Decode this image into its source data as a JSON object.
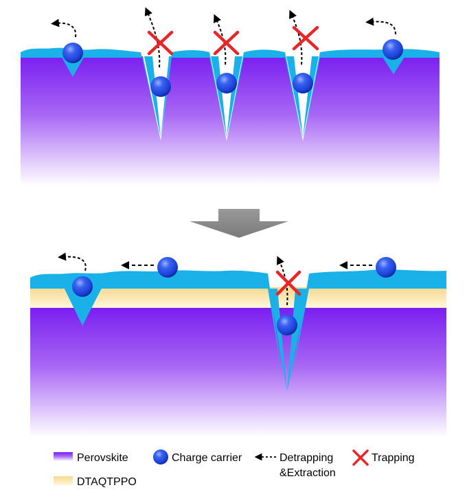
{
  "legend": {
    "perovskite": "Perovskite",
    "dtaqtppo": "DTAQTPPO",
    "charge_carrier": "Charge carrier",
    "detrapping_line1": "Detrapping",
    "detrapping_line2": "&Extraction",
    "trapping": "Trapping"
  },
  "colors": {
    "perovskite_top": "#7a1ff0",
    "perovskite_bottom": "#ffffff",
    "passivation_layer": "#1ab0e8",
    "dtaqtppo_top": "#f7d98e",
    "dtaqtppo_bottom": "#fff6dc",
    "charge_carrier": "#1a3fd6",
    "trap_cross": "#e8262a",
    "transition_arrow": "#8c8c8c"
  },
  "icons": {
    "charge_carrier": "blue-sphere-icon",
    "trapping": "red-cross-icon",
    "detrapping": "dashed-arrow-icon",
    "transition": "down-arrow-icon"
  }
}
